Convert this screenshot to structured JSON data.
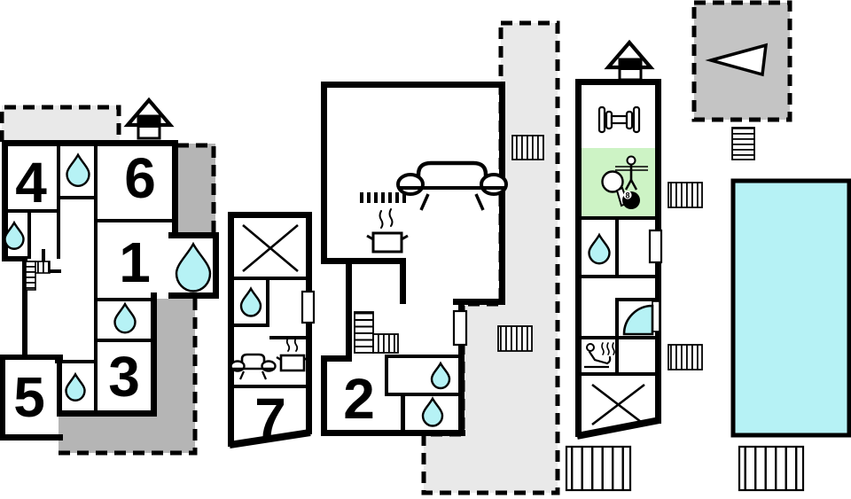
{
  "rooms": {
    "room1": "1",
    "room2": "2",
    "room3": "3",
    "room4": "4",
    "room5": "5",
    "room6": "6",
    "room7": "7"
  },
  "icons": {
    "billiard_ball_number": "8"
  },
  "colors": {
    "water": "#b6f2f5",
    "games_room_green": "#cdf3c5",
    "terrace_light_gray": "#e9e9e9",
    "terrace_dark_gray": "#b5b5b5",
    "compass_gray": "#c4c4c4",
    "wall": "#000000",
    "background": "#ffffff"
  }
}
